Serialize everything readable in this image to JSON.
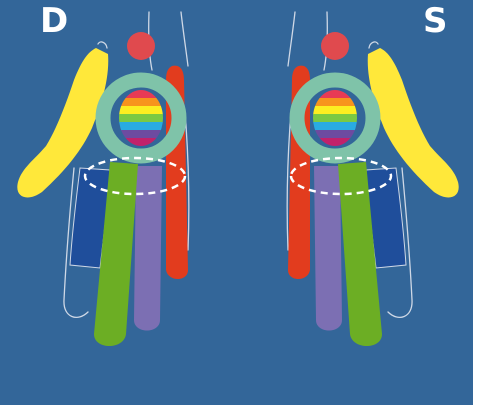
{
  "labels": {
    "left": "D",
    "right": "S"
  },
  "colors": {
    "background": "#336699",
    "thumb": "#ffe83a",
    "index_finger": "#e23c1e",
    "middle_finger": "#7c6fb3",
    "ring_finger": "#6cae24",
    "little_finger": "#1f4e9b",
    "palm_ring": "#7fc3a9",
    "head_dot": "#e04a4e",
    "outline": "#cfd8e6",
    "dashes": "#ffffff",
    "rainbow": [
      "#e83a55",
      "#f7941d",
      "#fcee21",
      "#7ac943",
      "#29abe2",
      "#6d4ba0",
      "#c1226b"
    ]
  },
  "icons": {
    "left_hand": "hand-outline-right",
    "right_hand": "hand-outline-left"
  }
}
